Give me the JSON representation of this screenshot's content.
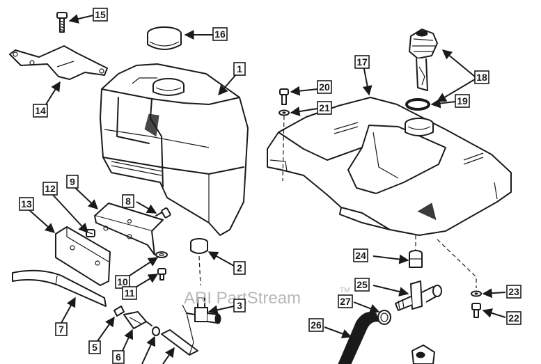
{
  "watermark": {
    "text": "ARI PartStream",
    "trademark": "TM"
  },
  "callouts": {
    "c1": "1",
    "c2": "2",
    "c3": "3",
    "c5": "5",
    "c6": "6",
    "c7": "7",
    "c8": "8",
    "c9": "9",
    "c10": "10",
    "c11": "11",
    "c12": "12",
    "c13": "13",
    "c14": "14",
    "c15": "15",
    "c16": "16",
    "c17": "17",
    "c18": "18",
    "c19": "19",
    "c20": "20",
    "c21": "21",
    "c22": "22",
    "c23": "23",
    "c24": "24",
    "c25": "25",
    "c26": "26",
    "c27": "27"
  }
}
